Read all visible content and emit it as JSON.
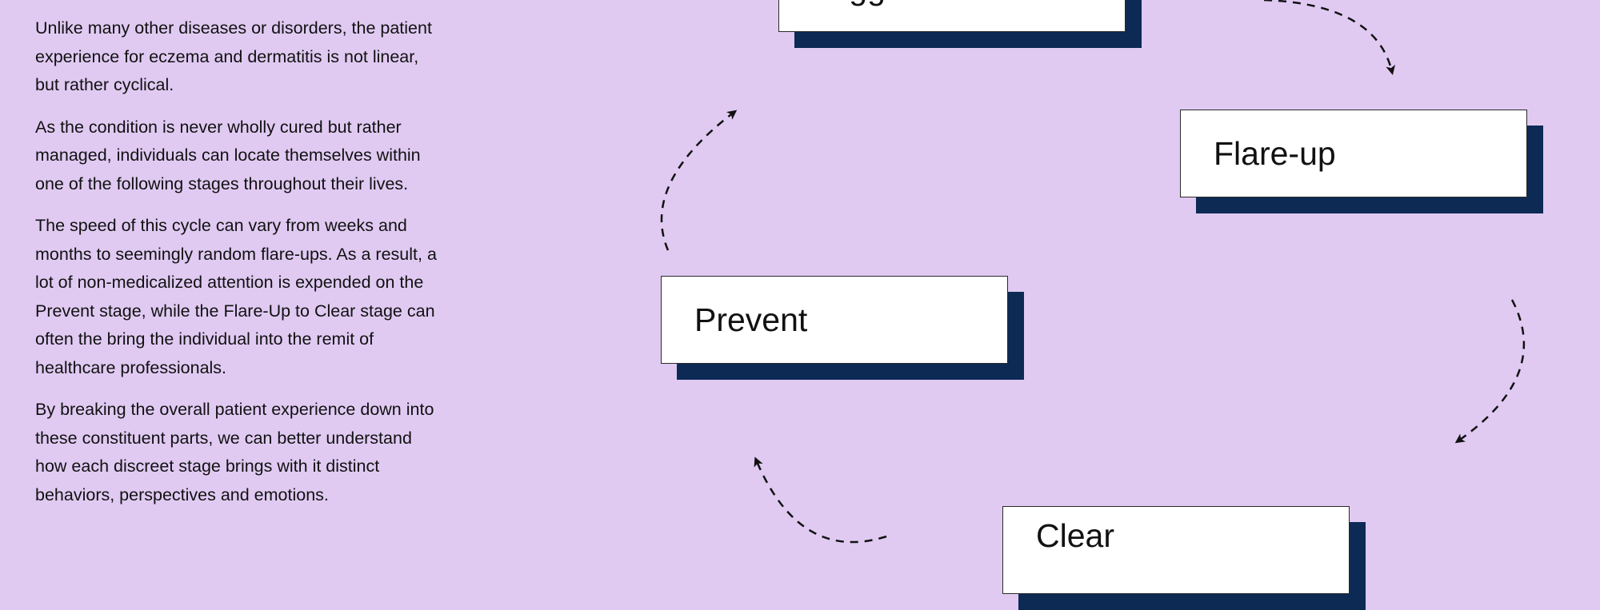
{
  "intro": {
    "paragraphs": [
      "Unlike many other diseases or disorders, the patient experience for eczema and dermatitis is not linear, but rather cyclical.",
      "As the condition is never wholly cured but rather managed, individuals can locate themselves within one of the following stages throughout their lives.",
      "The speed of this cycle can vary from weeks and months to seemingly random flare-ups. As a result, a lot of non-medicalized attention is expended on the Prevent stage, while the Flare-Up to Clear stage can often the bring the individual into the remit of healthcare professionals.",
      "By breaking the overall patient experience down into these constituent parts, we can better understand how each discreet stage brings with it distinct behaviors, perspectives and emotions."
    ]
  },
  "cycle": {
    "stages": [
      {
        "label": "Trigger"
      },
      {
        "label": "Flare-up"
      },
      {
        "label": "Clear"
      },
      {
        "label": "Prevent"
      }
    ],
    "colors": {
      "background": "#e0caf2",
      "box": "#ffffff",
      "shadow": "#0d2a55",
      "arrow": "#111111"
    }
  }
}
